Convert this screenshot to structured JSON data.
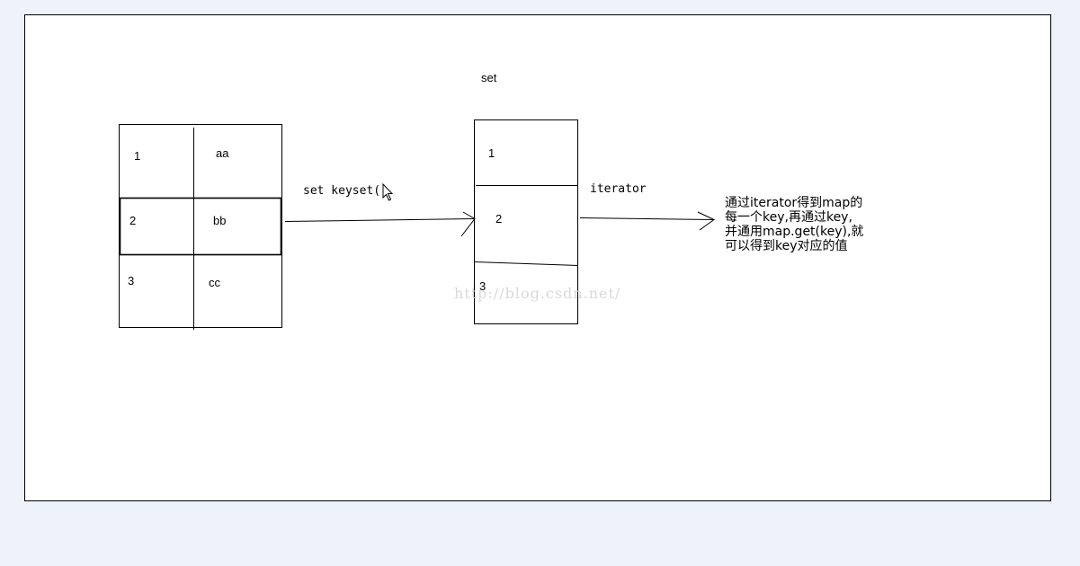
{
  "map_table": {
    "rows": [
      {
        "key": "1",
        "value": "aa"
      },
      {
        "key": "2",
        "value": "bb"
      },
      {
        "key": "3",
        "value": "cc"
      }
    ]
  },
  "set_box": {
    "title": "set",
    "items": [
      "1",
      "2",
      "3"
    ]
  },
  "arrows": {
    "keyset_label": "set keyset(",
    "iterator_label": "iterator"
  },
  "note": {
    "lines": [
      "通过iterator得到map的",
      "每一个key,再通过key,",
      "并通用map.get(key),就",
      "可以得到key对应的值"
    ]
  },
  "watermark": "http://blog.csdn.net/"
}
